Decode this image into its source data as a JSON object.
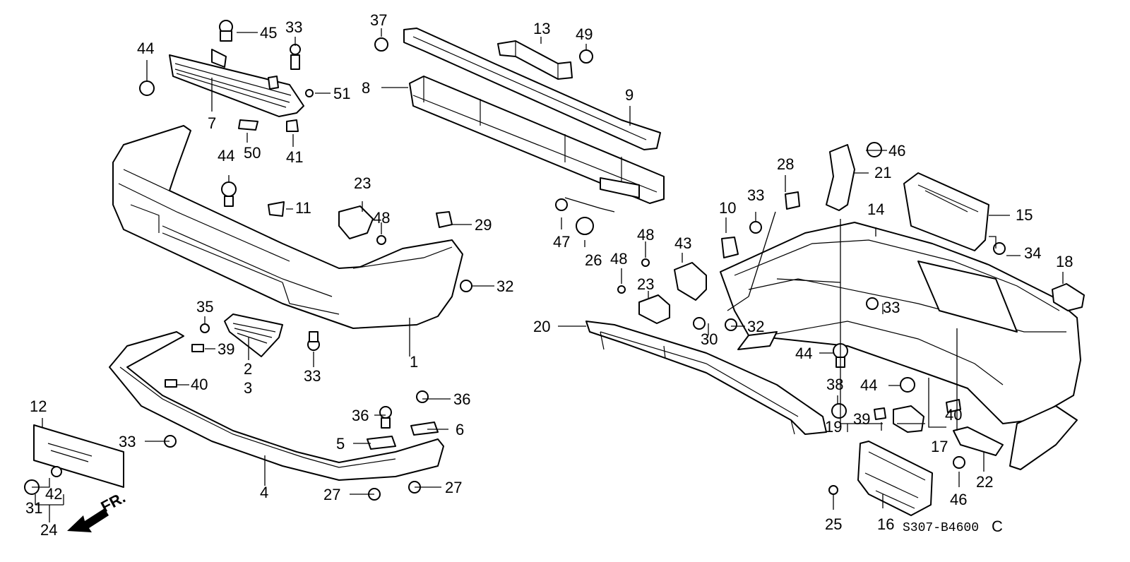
{
  "diagram_code": "S307-B4600",
  "revision_mark": "C",
  "direction_label": "FR.",
  "callouts": [
    "1",
    "2",
    "3",
    "4",
    "5",
    "6",
    "7",
    "8",
    "9",
    "10",
    "11",
    "12",
    "13",
    "14",
    "15",
    "16",
    "17",
    "18",
    "19",
    "20",
    "21",
    "22",
    "23",
    "23",
    "24",
    "25",
    "26",
    "27",
    "27",
    "28",
    "29",
    "30",
    "31",
    "32",
    "32",
    "33",
    "33",
    "33",
    "33",
    "33",
    "34",
    "35",
    "36",
    "36",
    "37",
    "38",
    "39",
    "39",
    "40",
    "40",
    "41",
    "42",
    "43",
    "44",
    "44",
    "44",
    "44",
    "45",
    "46",
    "46",
    "47",
    "48",
    "48",
    "48",
    "49",
    "50",
    "51"
  ]
}
